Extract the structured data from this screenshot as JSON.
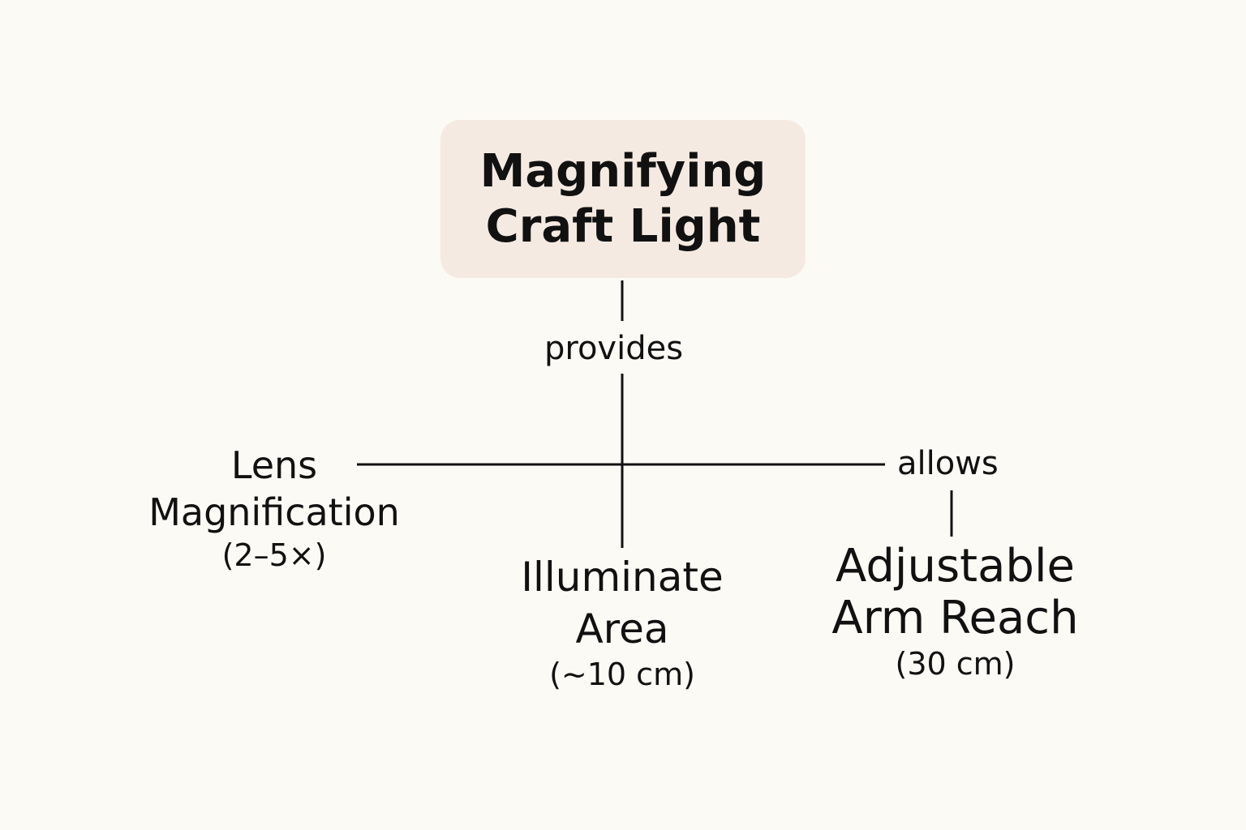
{
  "root": {
    "lines": [
      "Magnifying",
      "Craft Light"
    ]
  },
  "edges": {
    "provides": "provides",
    "allows": "allows"
  },
  "nodes": {
    "lens": {
      "name_lines": [
        "Lens",
        "Magnification"
      ],
      "detail": "(2–5×)"
    },
    "illuminate": {
      "name_lines": [
        "Illuminate",
        "Area"
      ],
      "detail": "(~10 cm)"
    },
    "arm": {
      "name_lines": [
        "Adjustable",
        "Arm Reach"
      ],
      "detail": "(30 cm)"
    }
  },
  "colors": {
    "background": "#FCFAF5",
    "root_fill": "#F5EAE1",
    "text": "#111111",
    "connector": "#111111"
  }
}
